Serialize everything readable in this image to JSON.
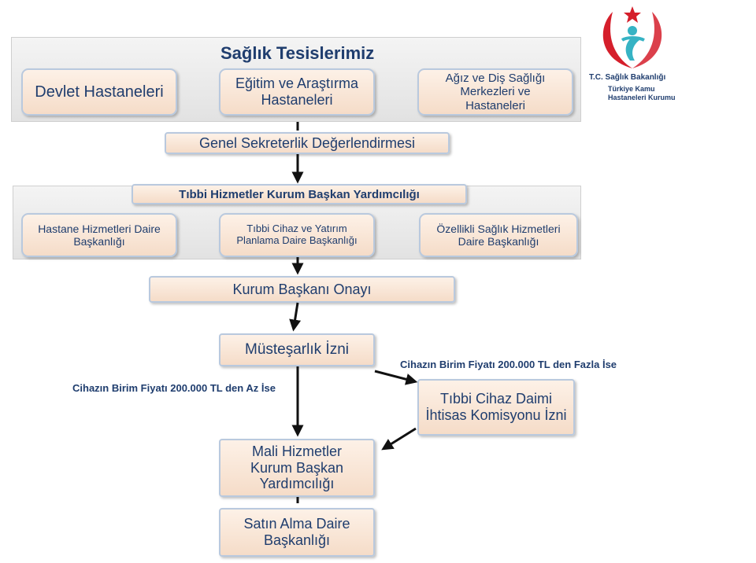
{
  "logo": {
    "line1": "T.C. Sağlık Bakanlığı",
    "line2": "Türkiye Kamu",
    "line3": "Hastaneleri Kurumu",
    "colors": {
      "red": "#d51f2b",
      "navy": "#1f3d6e",
      "teal": "#36b3c4"
    }
  },
  "facilities": {
    "title": "Sağlık Tesislerimiz",
    "devlet": "Devlet Hastaneleri",
    "egitim": "Eğitim ve Araştırma Hastaneleri",
    "agiz": "Ağız ve Diş Sağlığı Merkezleri ve Hastaneleri"
  },
  "genel_sekreterlik": "Genel Sekreterlik Değerlendirmesi",
  "tibbi_hizmetler": {
    "title": "Tıbbi Hizmetler Kurum Başkan Yardımcılığı",
    "hastane": "Hastane Hizmetleri Daire Başkanlığı",
    "tibbi_cihaz": "Tıbbi Cihaz ve Yatırım Planlama Daire Başkanlığı",
    "ozellikli": "Özellikli Sağlık Hizmetleri Daire Başkanlığı"
  },
  "kurum_onay": "Kurum Başkanı Onayı",
  "mustesarlik": "Müsteşarlık İzni",
  "condition_high": "Cihazın Birim Fiyatı 200.000 TL den Fazla İse",
  "condition_low": "Cihazın Birim Fiyatı 200.000 TL den Az İse",
  "komisyon": "Tıbbi Cihaz Daimi İhtisas Komisyonu İzni",
  "mali": "Mali Hizmetler Kurum Başkan Yardımcılığı",
  "satin_alma": "Satın Alma Daire Başkanlığı"
}
